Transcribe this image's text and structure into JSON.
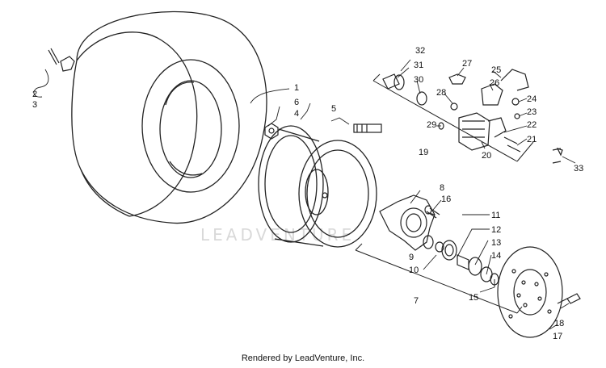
{
  "watermark": "LEADVENTURE",
  "footer": "Rendered by LeadVenture, Inc.",
  "callouts": {
    "n1": "1",
    "n2": "2",
    "n3": "3",
    "n4": "4",
    "n5": "5",
    "n6": "6",
    "n7": "7",
    "n8": "8",
    "n9": "9",
    "n10": "10",
    "n11": "11",
    "n12": "12",
    "n13": "13",
    "n14": "14",
    "n15": "15",
    "n16": "16",
    "n17": "17",
    "n18": "18",
    "n19": "19",
    "n20": "20",
    "n21": "21",
    "n22": "22",
    "n23": "23",
    "n24": "24",
    "n25": "25",
    "n26": "26",
    "n27": "27",
    "n28": "28",
    "n29": "29",
    "n30": "30",
    "n31": "31",
    "n32": "32",
    "n33": "33"
  },
  "colors": {
    "line": "#222222",
    "watermark": "#d9d9d9"
  }
}
